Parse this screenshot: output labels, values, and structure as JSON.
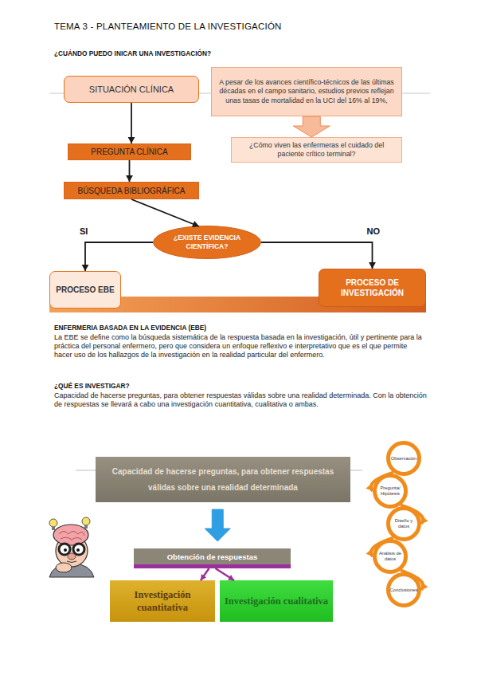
{
  "diagram": {
    "title": "TEMA 3 - PLANTEAMIENTO DE LA INVESTIGACIÓN",
    "nodes": [
      {
        "text": [
          "SITUACIÓN CLÍNICA"
        ]
      },
      {
        "text": [
          "A pesar de los avances científico-técnicos de las últimas décadas en el campo sanitario, estudios previos reflejan unas tasas de mortalidad en la UCI del 16% al 19%,"
        ]
      },
      {
        "text": [
          "¿Cómo viven las enfermeras el cuidado del paciente crítico terminal?"
        ]
      },
      {
        "text": [
          "PREGUNTA CLÍNICA"
        ]
      },
      {
        "text": [
          "BÚSQUEDA BIBLIOGRÁFICA"
        ]
      },
      {
        "text": [
          "¿EXISTE EVIDENCIA CIENTÍFICA?"
        ]
      },
      {
        "text": [
          "PROCESO EBE"
        ]
      },
      {
        "text": [
          "PROCESO DE INVESTIGACIÓN"
        ]
      },
      {
        "text": [
          "Capacidad de hacerse preguntas, para obtener respuestas válidas sobre una realidad determinada"
        ]
      },
      {
        "text": [
          "Obtención de respuestas"
        ]
      },
      {
        "text": [
          "Investigación cuantitativa"
        ]
      },
      {
        "text": [
          "Investigación cualitativa"
        ]
      },
      {
        "text": [
          "Observación"
        ]
      },
      {
        "text": [
          "Pregunta/ Hipótesis"
        ]
      },
      {
        "text": [
          "Diseño y datos"
        ]
      },
      {
        "text": [
          "Análisis de datos"
        ]
      },
      {
        "text": [
          "Conclusiones"
        ]
      }
    ],
    "edges": [
      {
        "from": 0,
        "to": 3,
        "arrow": "to"
      },
      {
        "from": 3,
        "to": 4,
        "arrow": "to"
      },
      {
        "from": 4,
        "to": 5,
        "arrow": "to"
      },
      {
        "from": 5,
        "to": 6,
        "label": "SI",
        "arrow": "to"
      },
      {
        "from": 5,
        "to": 7,
        "label": "NO",
        "arrow": "to"
      },
      {
        "from": 1,
        "to": 2,
        "arrow": "to"
      },
      {
        "from": 8,
        "to": 9,
        "arrow": "to"
      },
      {
        "from": 9,
        "to": 10,
        "arrow": "to"
      },
      {
        "from": 9,
        "to": 11,
        "arrow": "to"
      },
      {
        "from": 12,
        "to": 13,
        "arrow": "to"
      },
      {
        "from": 13,
        "to": 14,
        "arrow": "to"
      },
      {
        "from": 14,
        "to": 15,
        "arrow": "to"
      },
      {
        "from": 15,
        "to": 16,
        "arrow": "to"
      }
    ],
    "labels": [
      "¿CUÁNDO PUEDO INICAR UNA INVESTIGACIÓN?",
      "ENFERMERIA BASADA EN LA EVIDENCIA (EBE)",
      "La EBE se define como la búsqueda sistemática de la respuesta basada en la investigación, útil y pertinente para la práctica del personal enfermero, pero que considera un enfoque reflexivo e interpretativo que es el que permite hacer uso de los hallazgos de la investigación en la realidad particular del enfermero.",
      "¿QUÉ ES INVESTIGAR?",
      "Capacidad de hacerse preguntas, para obtener respuestas válidas sobre una realidad determinada. Con la obtención de respuestas se llevará a cabo una investigación cuantitativa, cualitativa o ambas."
    ]
  }
}
